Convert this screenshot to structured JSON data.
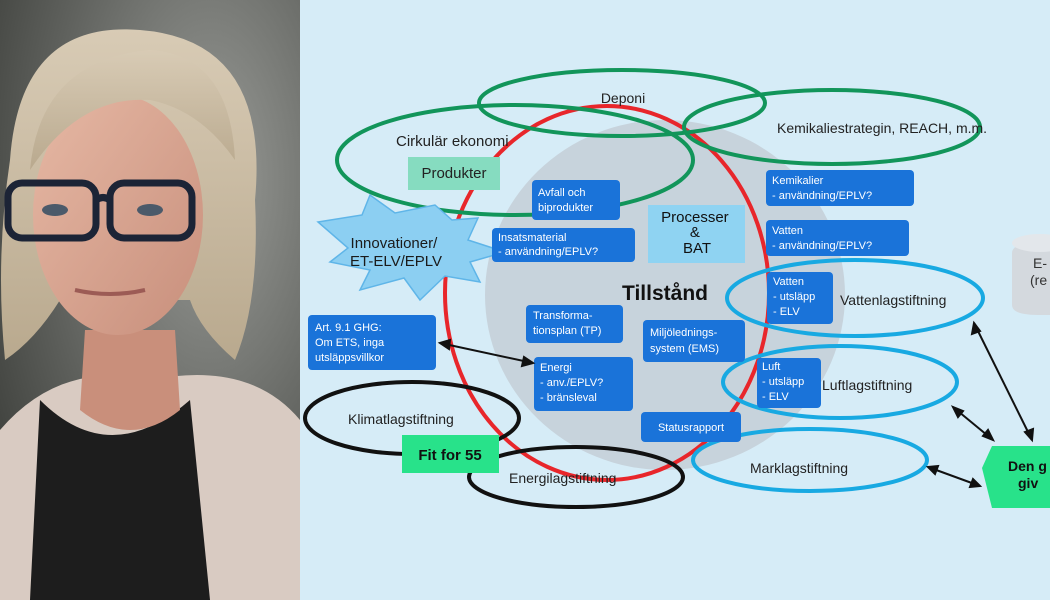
{
  "photo": {
    "subject": "portrait of a woman with glasses"
  },
  "colors": {
    "background": "#d6ecf7",
    "center_disk": "#c7d3dc",
    "red_circle": "#e8262b",
    "green": "#12955a",
    "light_blue": "#18a9e2",
    "black": "#111111",
    "blue_box": "#1a73d9",
    "teal_box": "#86dcc0",
    "light_box": "#8fd3f2",
    "star": "#8ccff2",
    "green_box": "#28e28a"
  },
  "diagram": {
    "deponi": "Deponi",
    "cirkular": "Cirkulär ekonomi",
    "produkter": "Produkter",
    "kemikalie": "Kemikaliestrategin, REACH, m.m.",
    "innovation": [
      "Innovationer/",
      "ET-ELV/EPLV"
    ],
    "tillstand": "Tillstånd",
    "processer": [
      "Processer",
      "&",
      "BAT"
    ],
    "avfall": [
      "Avfall och",
      "biprodukter"
    ],
    "insats": [
      "Insatsmaterial",
      "- användning/EPLV?"
    ],
    "kemikalier": [
      "Kemikalier",
      "- användning/EPLV?"
    ],
    "vatten_use": [
      "Vatten",
      "- användning/EPLV?"
    ],
    "vatten_ut": [
      "Vatten",
      "- utsläpp",
      "- ELV"
    ],
    "vattenlag": "Vattenlagstiftning",
    "luft_ut": [
      "Luft",
      "- utsläpp",
      "- ELV"
    ],
    "luftlag": "Luftlagstiftning",
    "transformation": [
      "Transforma-",
      "tionsplan (TP)"
    ],
    "ems": [
      "Miljölednings-",
      "system (EMS)"
    ],
    "art": [
      "Art. 9.1 GHG:",
      "Om ETS, inga",
      "utsläppsvillkor"
    ],
    "energi": [
      "Energi",
      "- anv./EPLV?",
      "- bränsleval"
    ],
    "status": "Statusrapport",
    "klimat": "Klimatlagstiftning",
    "fit55": "Fit for 55",
    "energilag": "Energilagstiftning",
    "marklag": "Marklagstiftning",
    "den": [
      "Den g",
      "giv"
    ],
    "cyl": [
      "E-",
      "(re"
    ]
  }
}
